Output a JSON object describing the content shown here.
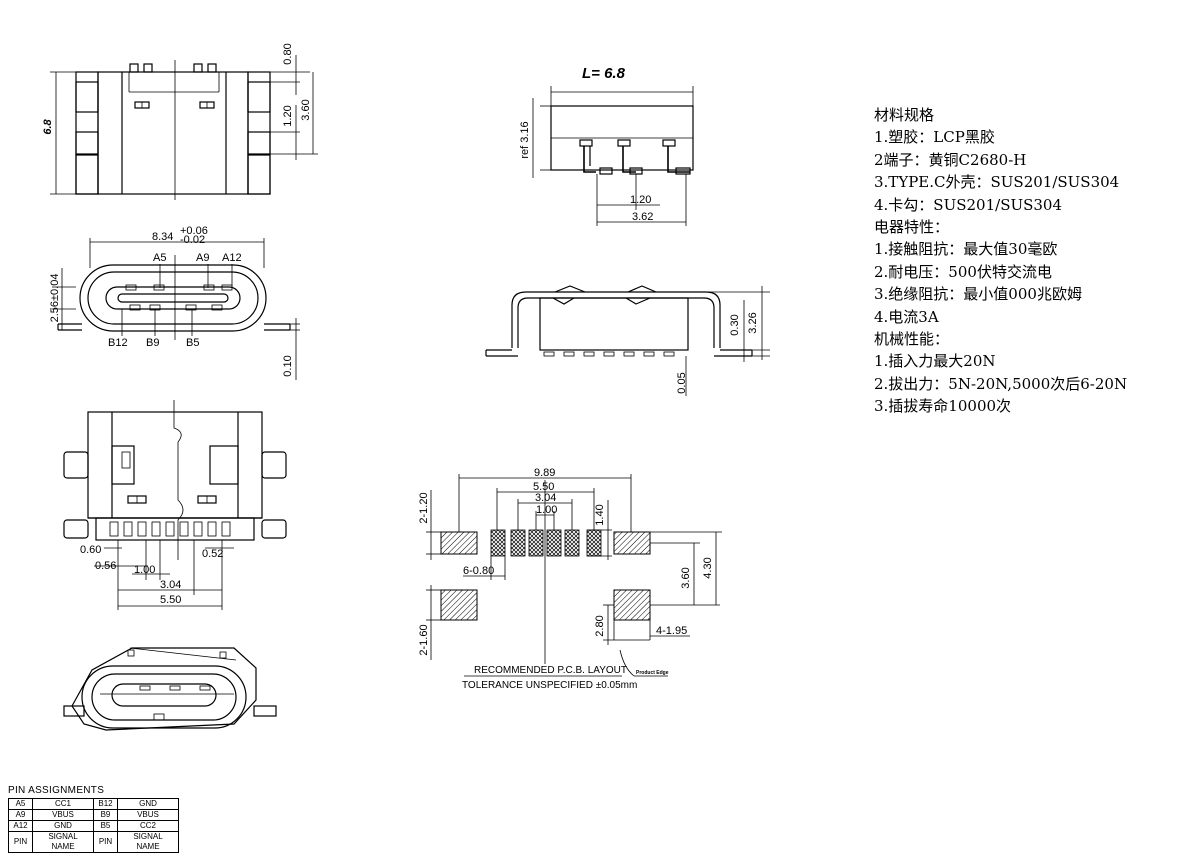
{
  "top_view": {
    "height_dim": "6.8",
    "dim_a": "0.80",
    "dim_b": "1.20",
    "dim_c": "3.60"
  },
  "side_view": {
    "length_label": "L= 6.8",
    "ref_dim": "ref 3.16",
    "pin_pitch": "1.20",
    "pin_span": "3.62"
  },
  "front_view": {
    "width_dim": "8.34",
    "width_tol_plus": "+0.06",
    "width_tol_minus": "-0.02",
    "height_dim": "2.56±0.04",
    "tail_dim": "0.10",
    "top_pins": [
      "A5",
      "A9",
      "A12"
    ],
    "bottom_pins": [
      "B12",
      "B9",
      "B5"
    ]
  },
  "end_view": {
    "dim_a": "0.30",
    "dim_b": "3.26",
    "dim_c": "0.05"
  },
  "bottom_view": {
    "d1": "0.60",
    "d2": "0.56",
    "d3": "1.00",
    "d4": "0.52",
    "d5": "3.04",
    "d6": "5.50"
  },
  "pcb_layout": {
    "w_total": "9.89",
    "w_550": "5.50",
    "w_304": "3.04",
    "w_100": "1.00",
    "h_140": "1.40",
    "left_top": "2-1.20",
    "pad_count": "6-0.80",
    "right_h1": "3.60",
    "right_h2": "4.30",
    "left_bottom": "2-1.60",
    "h_280": "2.80",
    "pad_right": "4-1.95",
    "title": "RECOMMENDED   P.C.B.  LAYOUT",
    "tolerance": "TOLERANCE  UNSPECIFIED  ±0.05mm",
    "edge_label": "Product Edge"
  },
  "spec": [
    "材料规格",
    "1.塑胶：LCP黑胶",
    "2端子：黄铜C2680-H",
    "3.TYPE.C外壳：SUS201/SUS304",
    "4.卡勾：SUS201/SUS304",
    "电器特性：",
    "1.接触阻抗：最大值30毫欧",
    "2.耐电压：500伏特交流电",
    "3.绝缘阻抗：最小值000兆欧姆",
    "4.电流3A",
    "机械性能：",
    "1.插入力最大20N",
    "2.拔出力：5N-20N,5000次后6-20N",
    "3.插拔寿命10000次"
  ],
  "pin_table": {
    "caption": "PIN  ASSIGNMENTS",
    "rows": [
      [
        "A5",
        "CC1",
        "B12",
        "GND"
      ],
      [
        "A9",
        "VBUS",
        "B9",
        "VBUS"
      ],
      [
        "A12",
        "GND",
        "B5",
        "CC2"
      ],
      [
        "PIN",
        "SIGNAL NAME",
        "PIN",
        "SIGNAL NAME"
      ]
    ]
  }
}
